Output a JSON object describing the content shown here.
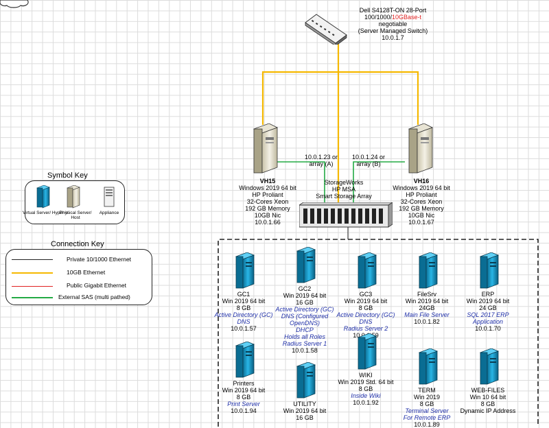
{
  "switch": {
    "icon": "network-switch-icon",
    "line1": "Dell S4128T-ON 28-Port",
    "line2_prefix": "100/1000/",
    "line2_highlight": "10GBase-t",
    "line3": "negotiable",
    "line4": "(Server Managed Switch)",
    "ip": "10.0.1.7"
  },
  "hosts": [
    {
      "name": "VH15",
      "os": "Windows 2019 64 bit",
      "model": "HP Proliant",
      "cpu": "32-Cores Xeon",
      "memory": "192 GB Memory",
      "nic": "10GB Nic",
      "ip": "10.0.1.66"
    },
    {
      "name": "VH16",
      "os": "Windows 2019 64 bit",
      "model": "HP Proliant",
      "cpu": "32-Cores Xeon",
      "memory": "192 GB Memory",
      "nic": "10GB Nic",
      "ip": "10.0.1.67"
    }
  ],
  "sas_labels": [
    {
      "line1": "10.0.1.23 or",
      "line2": "array (A)"
    },
    {
      "line1": "10.0.1.24 or",
      "line2": "array (B)"
    }
  ],
  "storage": {
    "line1": "StorageWorks",
    "line2": "HP MSA",
    "line3": "Smart Storage Array"
  },
  "symbol_key": {
    "title": "Symbol Key",
    "items": [
      "Virtual Server/ Hyper-V",
      "Physical Server/ Host",
      "Appliance"
    ]
  },
  "connection_key": {
    "title": "Connection Key",
    "items": [
      {
        "label": "Private 10/1000 Ethernet",
        "color": "#222222"
      },
      {
        "label": "10GB  Ethernet",
        "color": "#f5b800"
      },
      {
        "label": "Public Gigabit  Ethernet",
        "color": "#e02020"
      },
      {
        "label": "External SAS (multi pathed)",
        "color": "#22aa44"
      }
    ]
  },
  "colors": {
    "vm_accent": "#19a3d6",
    "ethernet_10gb": "#f5b800",
    "sas": "#22aa44"
  },
  "vms": [
    {
      "name": "GC1",
      "os": "Win 2019 64 bit",
      "ram": "8 GB",
      "roles": [
        "Active Directory (GC)",
        "DNS"
      ],
      "ip": "10.0.1.57"
    },
    {
      "name": "GC2",
      "os": "Win 2019 64 bit",
      "ram": "16 GB",
      "roles": [
        "Active Directory (GC)",
        "DNS (Configured",
        "OpenDNS)",
        "DHCP",
        "Holds all Roles",
        "Radius Server 1"
      ],
      "ip": "10.0.1.58"
    },
    {
      "name": "GC3",
      "os": "Win 2019 64 bit",
      "ram": "8 GB",
      "roles": [
        "Active Directory (GC)",
        "DNS",
        "Radius Server 2"
      ],
      "ip": "10.0.1.59"
    },
    {
      "name": "FileSrv",
      "os": "Win 2019 64 bit",
      "ram": "24GB",
      "roles": [
        "Main File Server"
      ],
      "ip": "10.0.1.82"
    },
    {
      "name": "ERP",
      "os": "Win 2019 64 bit",
      "ram": "24 GB",
      "roles": [
        "SQL 2017 ERP",
        "Application"
      ],
      "ip": "10.0.1.70"
    },
    {
      "name": "Printers",
      "os": "Win 2019 64 bit",
      "ram": "8 GB",
      "roles": [
        "Print Server"
      ],
      "ip": "10.0.1.94"
    },
    {
      "name": "UTILITY",
      "os": "Win 2019 64 bit",
      "ram": "16 GB",
      "roles": [],
      "ip": ""
    },
    {
      "name": "WIKI",
      "os": "Win 2019 Std. 64 bit",
      "ram": "8 GB",
      "roles": [
        "Inside Wiki"
      ],
      "ip": "10.0.1.92"
    },
    {
      "name": "TERM",
      "os": "Win 2019",
      "ram": "8 GB",
      "roles": [
        "Terminal Server",
        "For Remote ERP"
      ],
      "ip": "10.0.1.89"
    },
    {
      "name": "WEB-FILES",
      "os": "Win 10 64 bit",
      "ram": "8 GB",
      "roles": [],
      "ip": "Dynamic IP Address"
    }
  ]
}
